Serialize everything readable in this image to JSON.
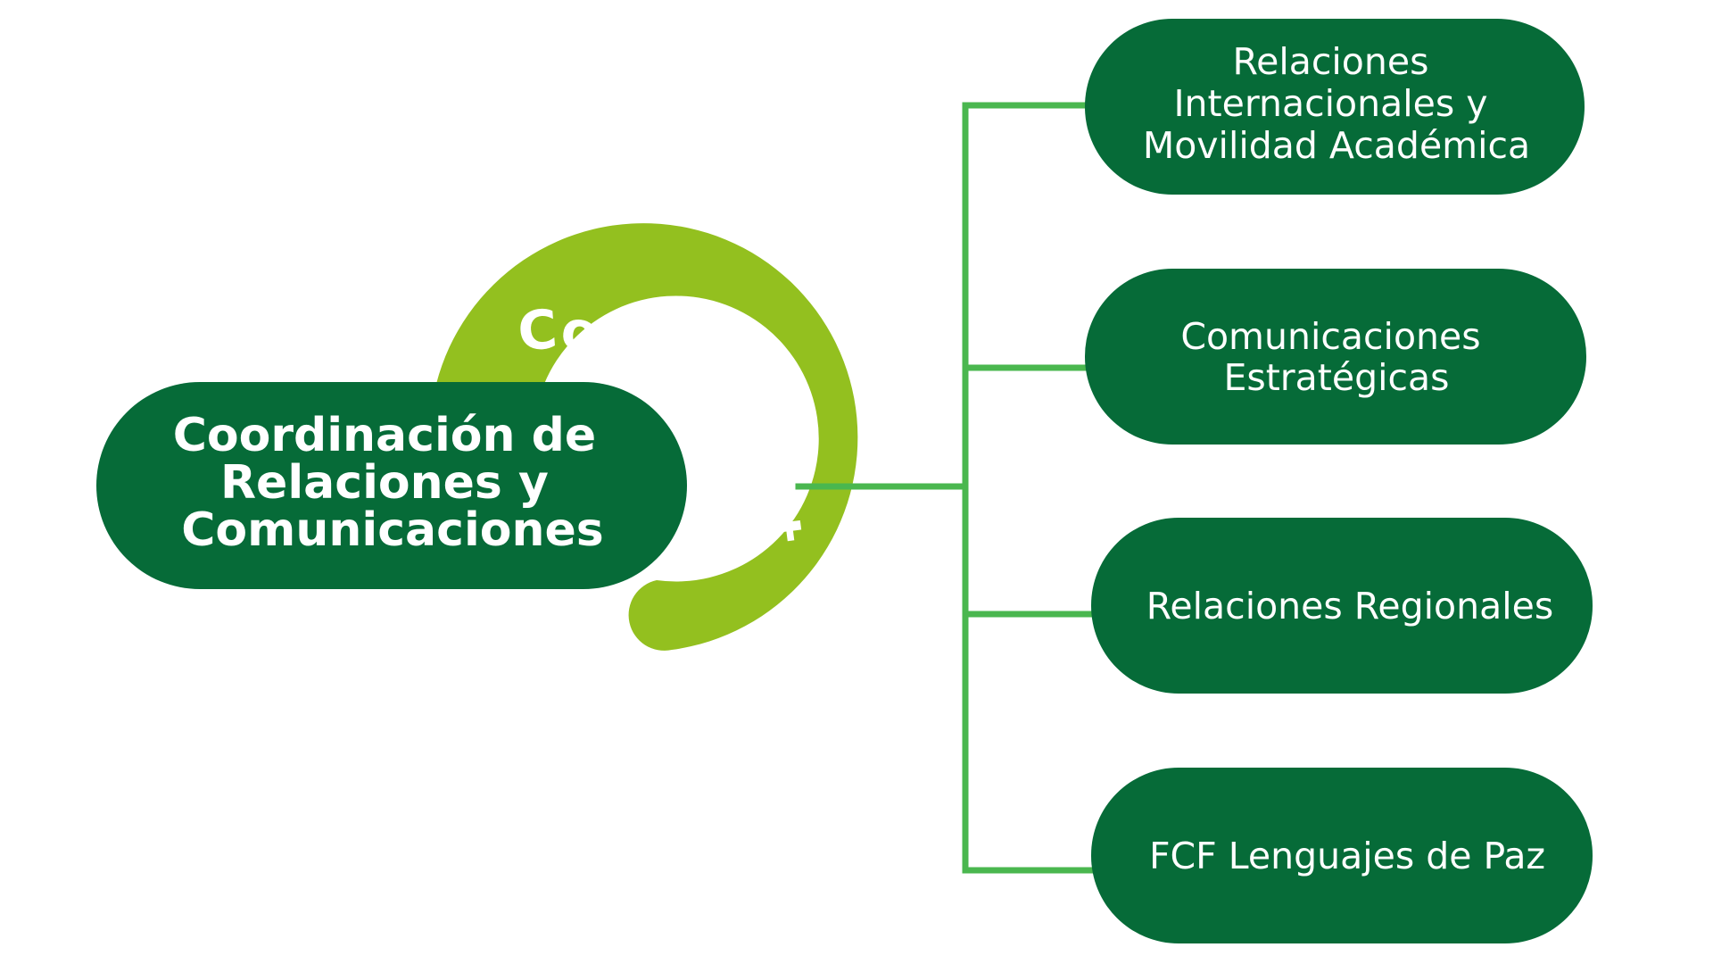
{
  "colors": {
    "dark_green": "#066b38",
    "light_green": "#93c01f",
    "connector_green": "#4ab74f",
    "text": "#ffffff",
    "background": "#ffffff"
  },
  "central_node": {
    "lines": [
      "Coordinación de",
      "Relaciones y",
      "Comunicaciones"
    ]
  },
  "arc_label": "Componentes",
  "components": [
    {
      "lines": [
        "Relaciones",
        "Internacionales y",
        "Movilidad Académica"
      ]
    },
    {
      "lines": [
        "Comunicaciones",
        "Estratégicas"
      ]
    },
    {
      "lines": [
        "Relaciones Regionales"
      ]
    },
    {
      "lines": [
        "FCF Lenguajes de Paz"
      ]
    }
  ]
}
